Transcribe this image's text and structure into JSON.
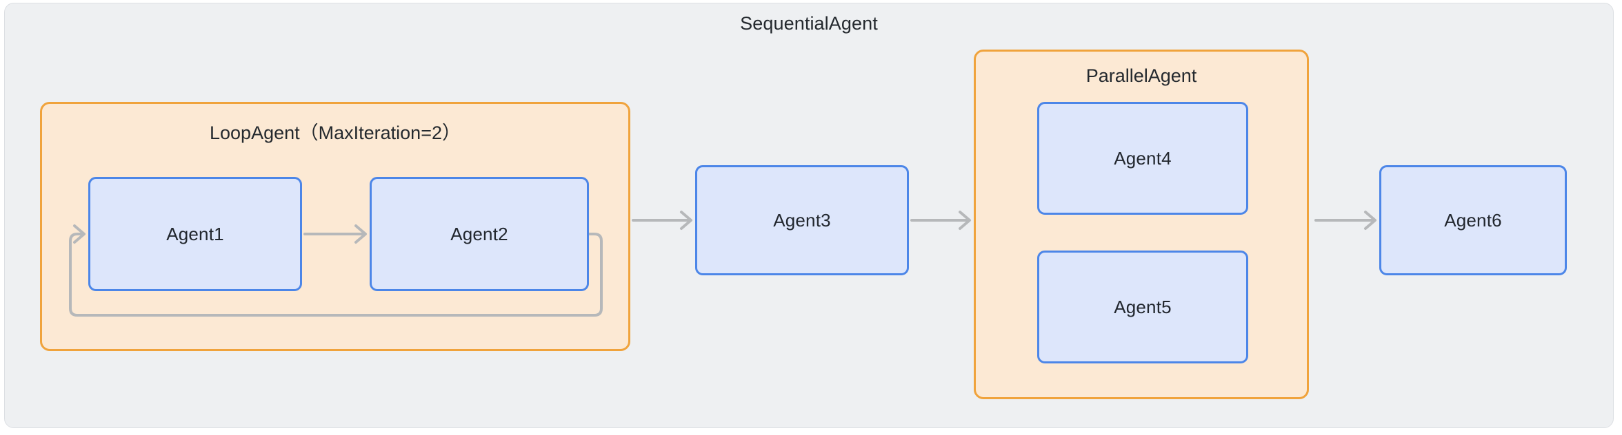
{
  "diagram": {
    "title": "SequentialAgent",
    "background_color": "#eef0f2",
    "groups": [
      {
        "id": "loop",
        "label": "LoopAgent（MaxIteration=2）",
        "fill": "#fce9d4",
        "stroke": "#f0a33c"
      },
      {
        "id": "parallel",
        "label": "ParallelAgent",
        "fill": "#fce9d4",
        "stroke": "#f0a33c"
      }
    ],
    "nodes": [
      {
        "id": "agent1",
        "label": "Agent1",
        "fill": "#dde6fb",
        "stroke": "#4c86e8",
        "parent": "loop"
      },
      {
        "id": "agent2",
        "label": "Agent2",
        "fill": "#dde6fb",
        "stroke": "#4c86e8",
        "parent": "loop"
      },
      {
        "id": "agent3",
        "label": "Agent3",
        "fill": "#dde6fb",
        "stroke": "#4c86e8",
        "parent": "root"
      },
      {
        "id": "agent4",
        "label": "Agent4",
        "fill": "#dde6fb",
        "stroke": "#4c86e8",
        "parent": "parallel"
      },
      {
        "id": "agent5",
        "label": "Agent5",
        "fill": "#dde6fb",
        "stroke": "#4c86e8",
        "parent": "parallel"
      },
      {
        "id": "agent6",
        "label": "Agent6",
        "fill": "#dde6fb",
        "stroke": "#4c86e8",
        "parent": "root"
      }
    ],
    "edges": [
      {
        "from": "agent1",
        "to": "agent2",
        "kind": "arrow",
        "color": "#b6b8ba"
      },
      {
        "from": "agent2",
        "to": "agent1",
        "kind": "loop-back",
        "color": "#b6b8ba"
      },
      {
        "from": "loop",
        "to": "agent3",
        "kind": "arrow",
        "color": "#b6b8ba"
      },
      {
        "from": "agent3",
        "to": "parallel",
        "kind": "arrow",
        "color": "#b6b8ba"
      },
      {
        "from": "parallel",
        "to": "agent6",
        "kind": "arrow",
        "color": "#b6b8ba"
      }
    ]
  }
}
